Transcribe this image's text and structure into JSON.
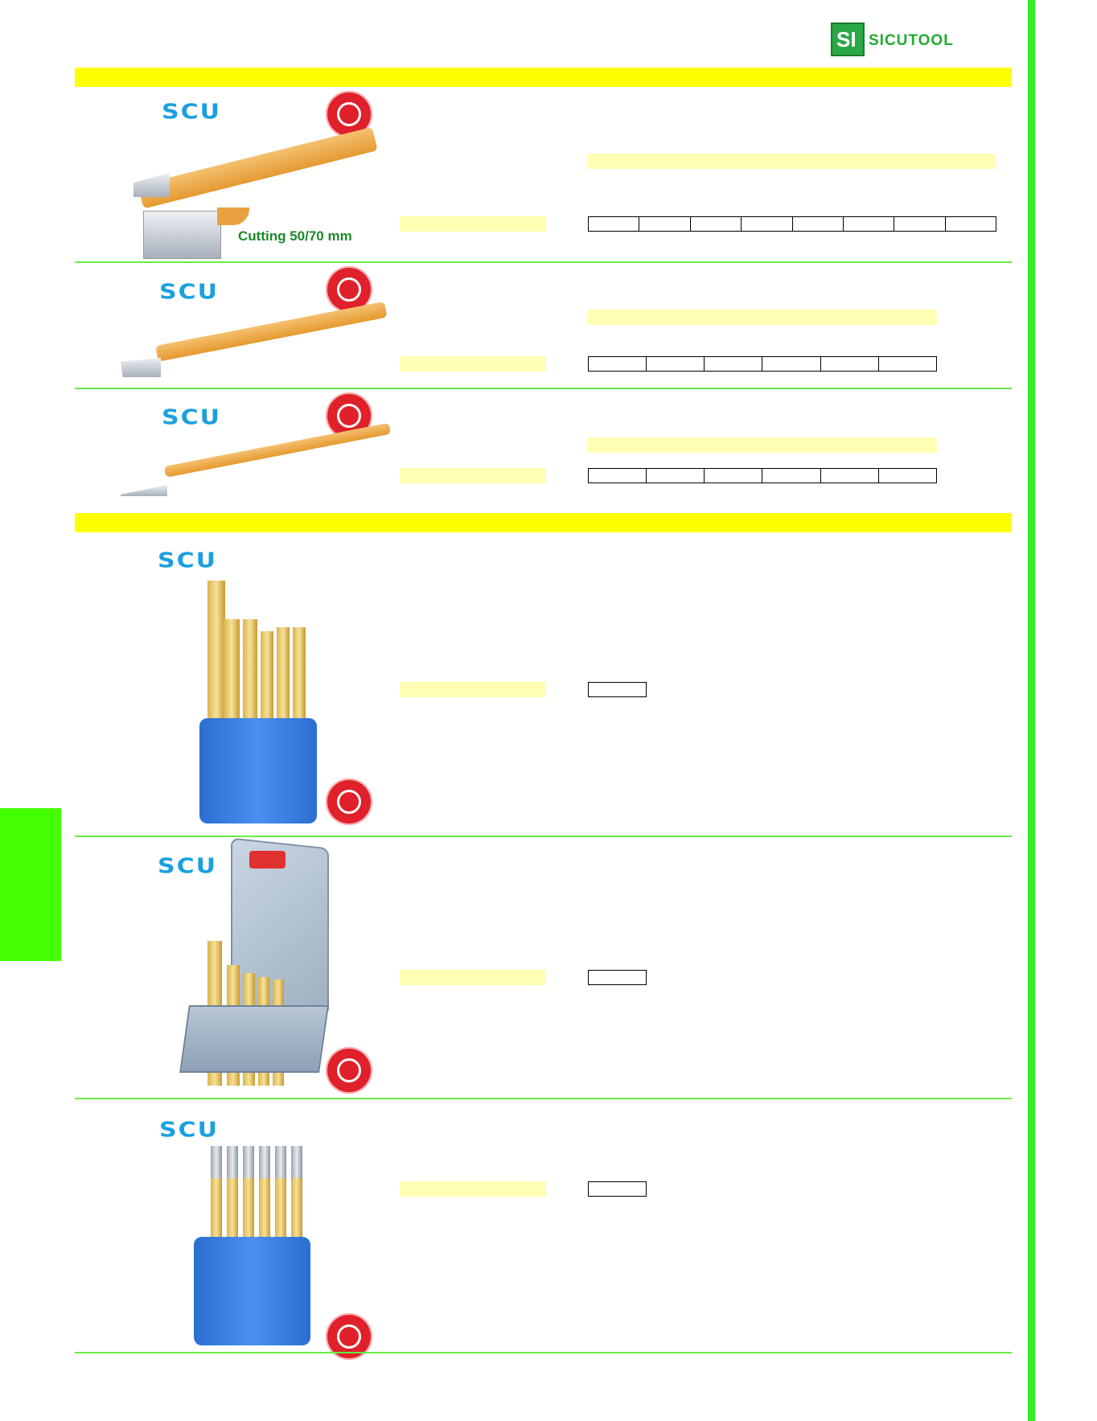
{
  "header": {
    "logo_text": "SICUTOOL",
    "logo_mark": "SI"
  },
  "sections": [
    {
      "brand": "SCU",
      "caption": "Cutting 50/70 mm",
      "table_cells": 8
    },
    {
      "brand": "SCU",
      "table_cells": 6
    },
    {
      "brand": "SCU",
      "table_cells": 6
    },
    {
      "brand": "SCU",
      "table_cells": 1
    },
    {
      "brand": "SCU",
      "table_cells": 1
    },
    {
      "brand": "SCU",
      "table_cells": 1
    }
  ],
  "colors": {
    "band_yellow": "#ffff00",
    "pale_yellow": "#ffffb3",
    "separator_green": "#66ee44",
    "side_green": "#44ff00",
    "brand_blue": "#1aa0e0",
    "safety_red": "#e0202a"
  },
  "icons": [
    "safety-goggles-icon"
  ]
}
